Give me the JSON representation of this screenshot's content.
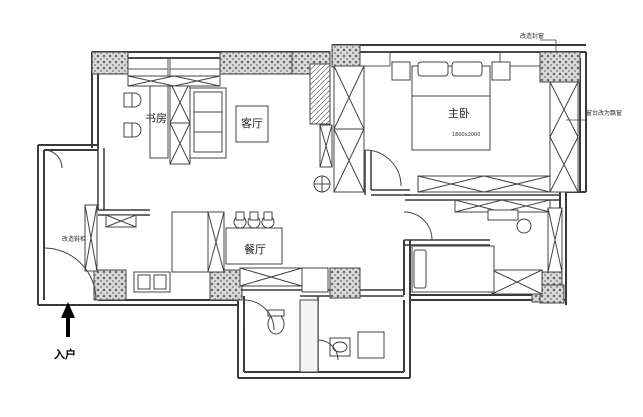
{
  "labels": {
    "study": "书房",
    "living": "客厅",
    "master": "主卧",
    "dining": "餐厅",
    "entry": "入户",
    "bed_size": "1800x2000",
    "top_right_note": "改造封窗",
    "right_note": "窗台改为飘窗",
    "entry_cabinet": "改造鞋柜"
  },
  "colors": {
    "wall": "#3a3a3a",
    "furniture": "#555555",
    "tile_dark": "#6b6b6b",
    "tile_light": "#d9d9d9"
  },
  "icons": {
    "entry_arrow": "arrow-up-icon"
  }
}
